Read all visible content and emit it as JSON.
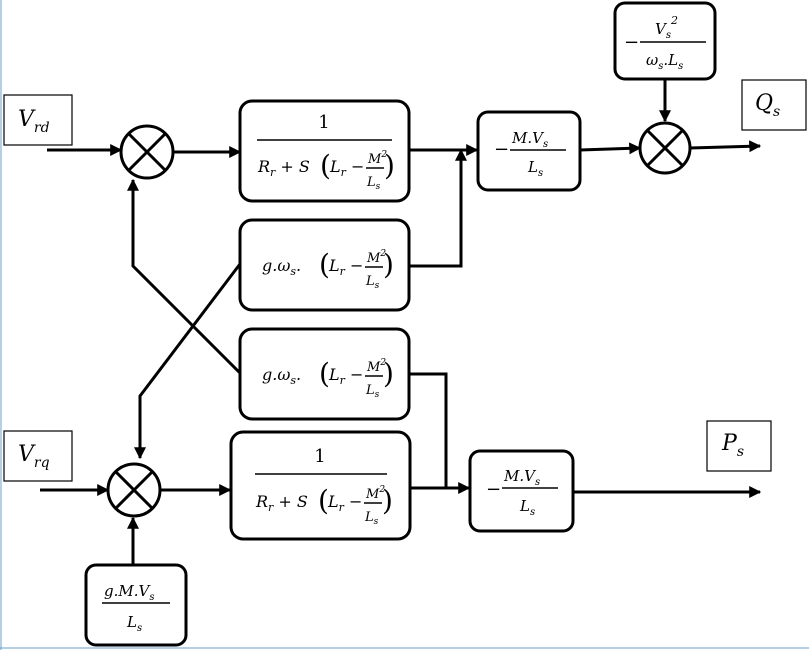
{
  "inputs": {
    "vrd": {
      "sym": "V",
      "sub": "rd"
    },
    "vrq": {
      "sym": "V",
      "sub": "rq"
    }
  },
  "outputs": {
    "qs": {
      "sym": "Q",
      "sub": "s"
    },
    "ps": {
      "sym": "P",
      "sub": "s"
    }
  },
  "blocks": {
    "rotor_tf": {
      "numerator": "1",
      "r": "R",
      "r_sub": "r",
      "plus_s": " + S",
      "paren_open": "(",
      "paren_close": ")",
      "l": "L",
      "l_sub": "r",
      "minus": " − ",
      "m": "M",
      "m_sup": "2",
      "ls": "L",
      "ls_sub": "s"
    },
    "coupling": {
      "g": "g",
      "dot": ".",
      "omega": "ω",
      "omega_sub": "s",
      "paren_open": "(",
      "paren_close": ")",
      "l": "L",
      "l_sub": "r",
      "minus": " − ",
      "m": "M",
      "m_sup": "2",
      "ls": "L",
      "ls_sub": "s"
    },
    "gain_mvs": {
      "minus": "−",
      "m": "M",
      "dot": ".",
      "v": "V",
      "v_sub": "s",
      "l": "L",
      "l_sub": "s"
    },
    "gain_gmvs": {
      "g": "g",
      "dot": ".",
      "m": "M",
      "v": "V",
      "v_sub": "s",
      "l": "L",
      "l_sub": "s"
    },
    "q_offset": {
      "minus": "−",
      "v": "V",
      "v_sub": "s",
      "v_sup": "2",
      "omega": "ω",
      "omega_sub": "s",
      "dot": ".",
      "l": "L",
      "l_sub": "s"
    }
  }
}
